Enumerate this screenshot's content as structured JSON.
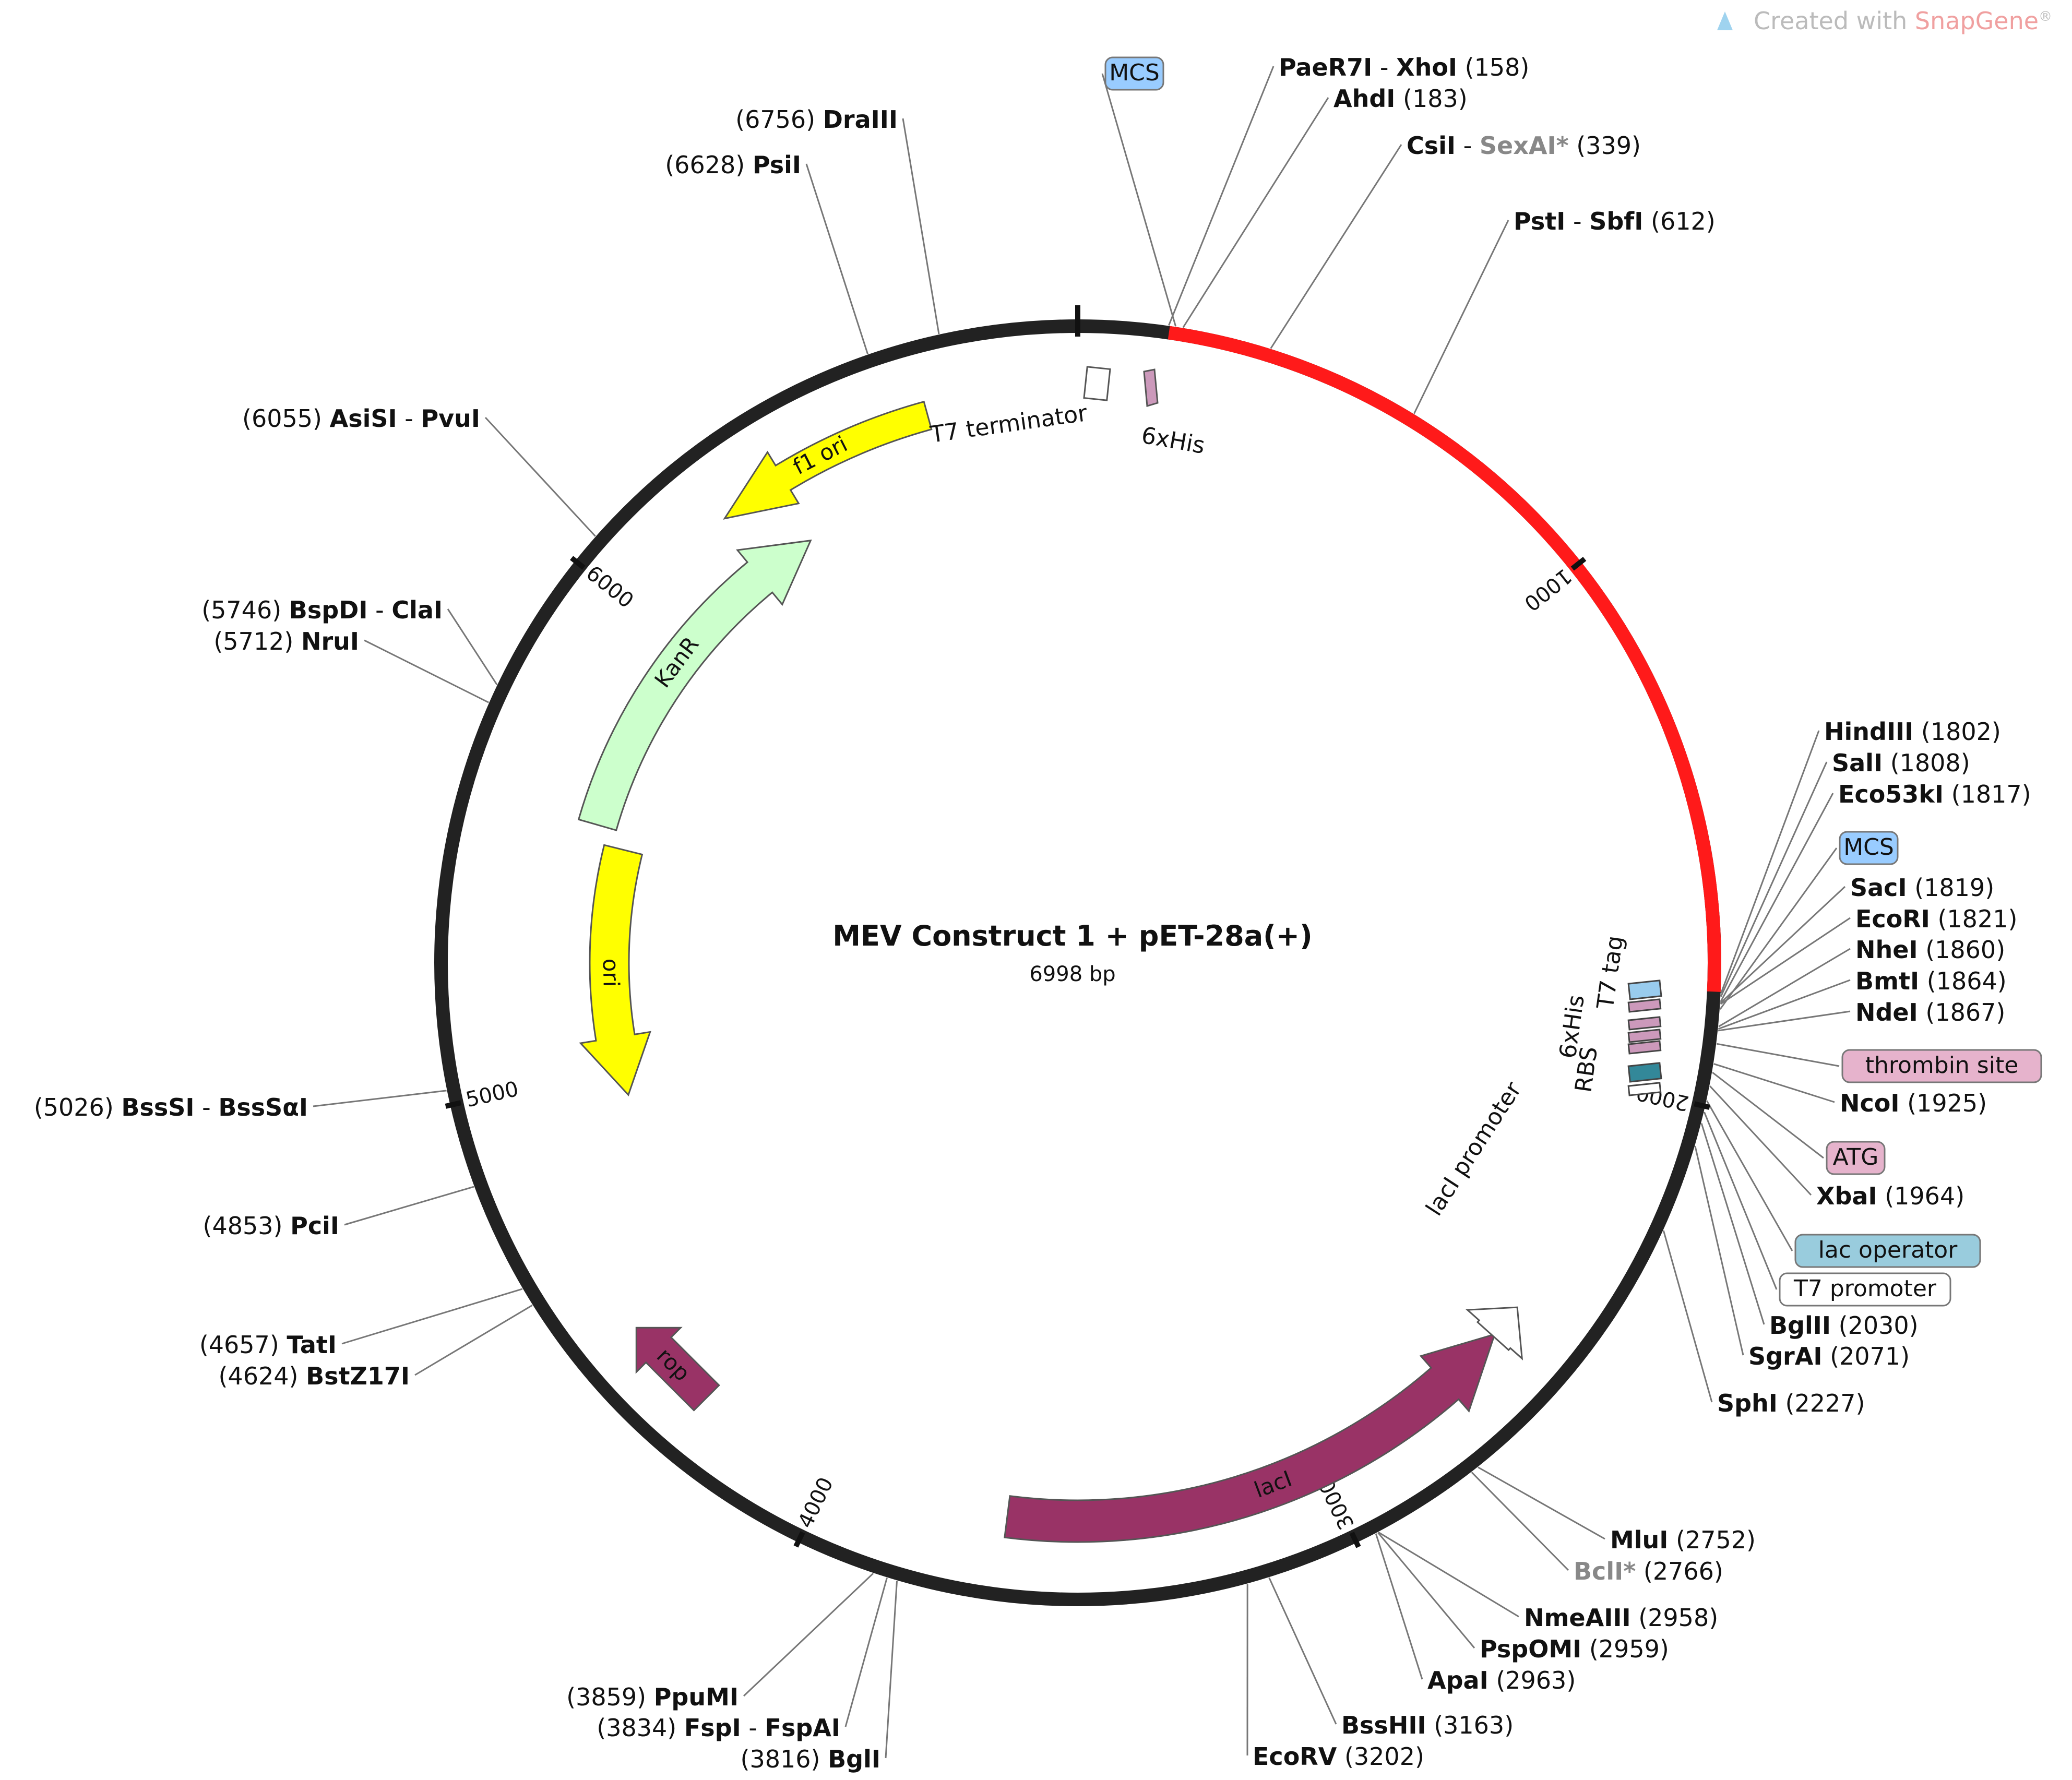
{
  "watermark": {
    "prefix": "Created with ",
    "brand": "SnapGene",
    "mark": "®"
  },
  "plasmid": {
    "name": "MEV Construct 1 + pET-28a(+)",
    "length_label": "6998 bp",
    "length": 6998
  },
  "colors": {
    "backbone": "#222222",
    "insert": "#ff1a1a",
    "f1_ori": "#ffff00",
    "ori": "#ffff00",
    "kanr": "#ccffcc",
    "laci": "#993366",
    "rop": "#993366",
    "mcs_badge": "#99ccff",
    "thrombin_badge": "#e6b3cc",
    "atg_badge": "#e6b3cc",
    "lac_operator_badge": "#99ccdd",
    "promoter_badge": "#ffffff"
  },
  "ticks": [
    {
      "pos": 0,
      "label": ""
    },
    {
      "pos": 1000,
      "label": "1000"
    },
    {
      "pos": 2000,
      "label": "2000"
    },
    {
      "pos": 3000,
      "label": "3000"
    },
    {
      "pos": 4000,
      "label": "4000"
    },
    {
      "pos": 5000,
      "label": "5000"
    },
    {
      "pos": 6000,
      "label": "6000"
    }
  ],
  "enzymes_right": [
    {
      "name": "PaeR7I",
      "sep": " - ",
      "name2": "XhoI",
      "pos_label": "(158)",
      "site": 158,
      "grey2": false
    },
    {
      "name": "AhdI",
      "pos_label": "(183)",
      "site": 183
    },
    {
      "name": "CsiI",
      "sep": " - ",
      "name2": "SexAI*",
      "pos_label": "(339)",
      "site": 339,
      "grey2": true
    },
    {
      "name": "PstI",
      "sep": " - ",
      "name2": "SbfI",
      "pos_label": "(612)",
      "site": 612,
      "grey2": false
    },
    {
      "name": "HindIII",
      "pos_label": "(1802)",
      "site": 1802
    },
    {
      "name": "SalI",
      "pos_label": "(1808)",
      "site": 1808
    },
    {
      "name": "Eco53kI",
      "pos_label": "(1817)",
      "site": 1817
    },
    {
      "name": "SacI",
      "pos_label": "(1819)",
      "site": 1819
    },
    {
      "name": "EcoRI",
      "pos_label": "(1821)",
      "site": 1821
    },
    {
      "name": "NheI",
      "pos_label": "(1860)",
      "site": 1860
    },
    {
      "name": "BmtI",
      "pos_label": "(1864)",
      "site": 1864
    },
    {
      "name": "NdeI",
      "pos_label": "(1867)",
      "site": 1867
    },
    {
      "name": "NcoI",
      "pos_label": "(1925)",
      "site": 1925
    },
    {
      "name": "XbaI",
      "pos_label": "(1964)",
      "site": 1964
    },
    {
      "name": "BglII",
      "pos_label": "(2030)",
      "site": 2030
    },
    {
      "name": "SgrAI",
      "pos_label": "(2071)",
      "site": 2071
    },
    {
      "name": "SphI",
      "pos_label": "(2227)",
      "site": 2227
    },
    {
      "name": "MluI",
      "pos_label": "(2752)",
      "site": 2752
    },
    {
      "name": "BclI*",
      "pos_label": "(2766)",
      "site": 2766,
      "grey": true
    },
    {
      "name": "NmeAIII",
      "pos_label": "(2958)",
      "site": 2958
    },
    {
      "name": "PspOMI",
      "pos_label": "(2959)",
      "site": 2959
    },
    {
      "name": "ApaI",
      "pos_label": "(2963)",
      "site": 2963
    },
    {
      "name": "BssHII",
      "pos_label": "(3163)",
      "site": 3163
    },
    {
      "name": "EcoRV",
      "pos_label": "(3202)",
      "site": 3202
    }
  ],
  "enzymes_left": [
    {
      "name": "DraIII",
      "pos_label": "(6756)",
      "site": 6756
    },
    {
      "name": "PsiI",
      "pos_label": "(6628)",
      "site": 6628
    },
    {
      "name": "AsiSI",
      "sep": " - ",
      "name2": "PvuI",
      "pos_label": "(6055)",
      "site": 6055
    },
    {
      "name": "BspDI",
      "sep": " - ",
      "name2": "ClaI",
      "pos_label": "(5746)",
      "site": 5746
    },
    {
      "name": "NruI",
      "pos_label": "(5712)",
      "site": 5712
    },
    {
      "name": "BssSI",
      "sep": " - ",
      "name2": "BssSαI",
      "pos_label": "(5026)",
      "site": 5026
    },
    {
      "name": "PciI",
      "pos_label": "(4853)",
      "site": 4853
    },
    {
      "name": "TatI",
      "pos_label": "(4657)",
      "site": 4657
    },
    {
      "name": "BstZ17I",
      "pos_label": "(4624)",
      "site": 4624
    },
    {
      "name": "PpuMI",
      "pos_label": "(3859)",
      "site": 3859
    },
    {
      "name": "FspI",
      "sep": " - ",
      "name2": "FspAI",
      "pos_label": "(3834)",
      "site": 3834
    },
    {
      "name": "BglI",
      "pos_label": "(3816)",
      "site": 3816
    }
  ],
  "feature_badges": [
    {
      "text": "MCS",
      "site": 170
    },
    {
      "text": "MCS",
      "site": 1830
    },
    {
      "text": "thrombin site",
      "site": 1890
    },
    {
      "text": "ATG",
      "site": 1940
    },
    {
      "text": "lac operator",
      "site": 1990
    },
    {
      "text": "T7 promoter",
      "site": 2010
    }
  ],
  "features": [
    {
      "name": "f1 ori",
      "start": 6250,
      "end": 6700,
      "direction": "reverse"
    },
    {
      "name": "KanR",
      "start": 5560,
      "end": 6370,
      "direction": "forward"
    },
    {
      "name": "ori",
      "start": 4930,
      "end": 5520,
      "direction": "reverse"
    },
    {
      "name": "lacI",
      "start": 2560,
      "end": 3640,
      "direction": "reverse"
    },
    {
      "name": "lacI promoter",
      "start": 2490,
      "end": 2565,
      "direction": "reverse"
    },
    {
      "name": "rop",
      "start": 4150,
      "end": 4340,
      "direction": "reverse"
    },
    {
      "name": "T7 terminator",
      "start": 6880,
      "end": 6930,
      "direction": "none"
    },
    {
      "name": "6xHis",
      "start": 110,
      "end": 140,
      "direction": "reverse"
    }
  ],
  "small_feature_labels": [
    "T7 tag",
    "6xHis",
    "RBS"
  ]
}
